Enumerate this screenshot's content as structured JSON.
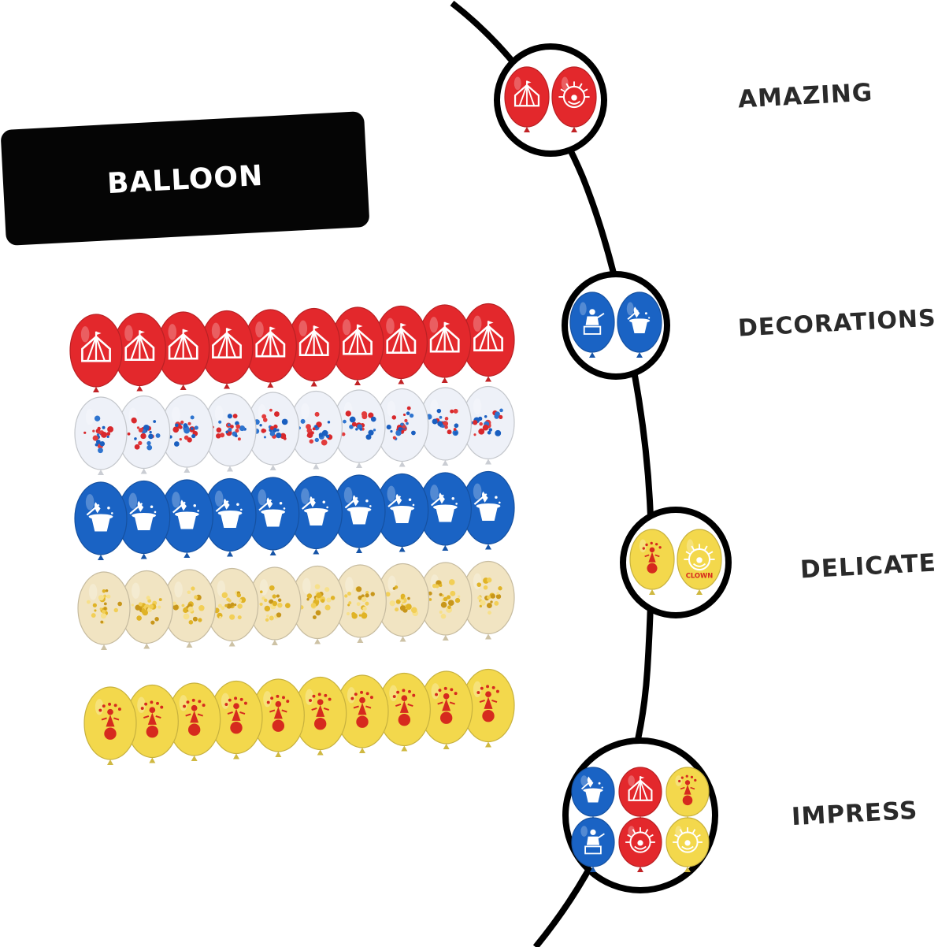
{
  "label": {
    "title": "BALLOON"
  },
  "features": [
    {
      "word": "AMAZING",
      "colors": [
        "#e3282c",
        "#e3282c"
      ],
      "icons": [
        "circus-tent",
        "clown-face"
      ]
    },
    {
      "word": "DECORATIONS",
      "colors": [
        "#1a63c4",
        "#1a63c4"
      ],
      "icons": [
        "performer",
        "magic-hat"
      ]
    },
    {
      "word": "DELICATE",
      "colors": [
        "#f3d84c",
        "#f3d84c"
      ],
      "icons": [
        "juggler",
        "clown-face"
      ],
      "clown_text": "CLOWN"
    },
    {
      "word": "IMPRESS",
      "colors": [
        "#1a63c4",
        "#e3282c",
        "#f3d84c",
        "#1a63c4",
        "#e3282c",
        "#f3d84c"
      ]
    }
  ],
  "balloon_rows": [
    {
      "style": "red-tent",
      "count": 10,
      "color": "#e3282c",
      "icon": "circus-tent"
    },
    {
      "style": "red-blue-confetti",
      "count": 10,
      "color": "#eef1f8",
      "icon": "confetti"
    },
    {
      "style": "blue-magic-hat",
      "count": 10,
      "color": "#1a63c4",
      "icon": "magic-hat"
    },
    {
      "style": "gold-confetti",
      "count": 10,
      "color": "#f1e4c2",
      "icon": "confetti"
    },
    {
      "style": "yellow-juggler",
      "count": 10,
      "color": "#f3d84c",
      "icon": "juggler"
    }
  ]
}
